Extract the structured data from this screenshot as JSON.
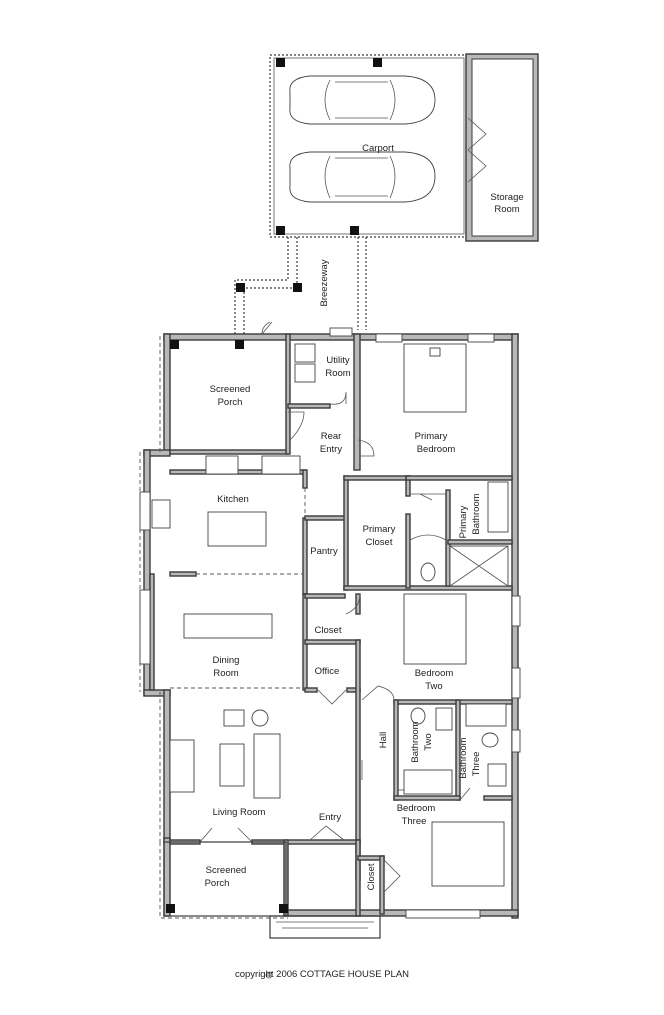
{
  "rooms": {
    "carport": "Carport",
    "storage": [
      "Storage",
      "Room"
    ],
    "breezeway": "Breezeway",
    "screened_porch_rear": [
      "Screened",
      "Porch"
    ],
    "utility": [
      "Utility",
      "Room"
    ],
    "rear_entry": [
      "Rear",
      "Entry"
    ],
    "primary_bedroom": [
      "Primary",
      "Bedroom"
    ],
    "kitchen": "Kitchen",
    "primary_closet": [
      "Primary",
      "Closet"
    ],
    "primary_bathroom": [
      "Primary",
      "Bathroom"
    ],
    "pantry": "Pantry",
    "dining": [
      "Dining",
      "Room"
    ],
    "closet_mid": "Closet",
    "bedroom_two": [
      "Bedroom",
      "Two"
    ],
    "office": "Office",
    "hall": "Hall",
    "bathroom_two": [
      "Bathroom",
      "Two"
    ],
    "bathroom_three": [
      "Bathroom",
      "Three"
    ],
    "living": "Living Room",
    "entry": "Entry",
    "bedroom_three": [
      "Bedroom",
      "Three"
    ],
    "screened_porch_front": [
      "Screened",
      "Porch"
    ],
    "closet_bedroom_three": "Closet"
  },
  "copyright": "copyright 2006 COTTAGE HOUSE PLAN",
  "copyright_symbol": "©",
  "colors": {
    "wall": "#b8b8b8",
    "line": "#3a3a3a",
    "background": "#ffffff"
  }
}
